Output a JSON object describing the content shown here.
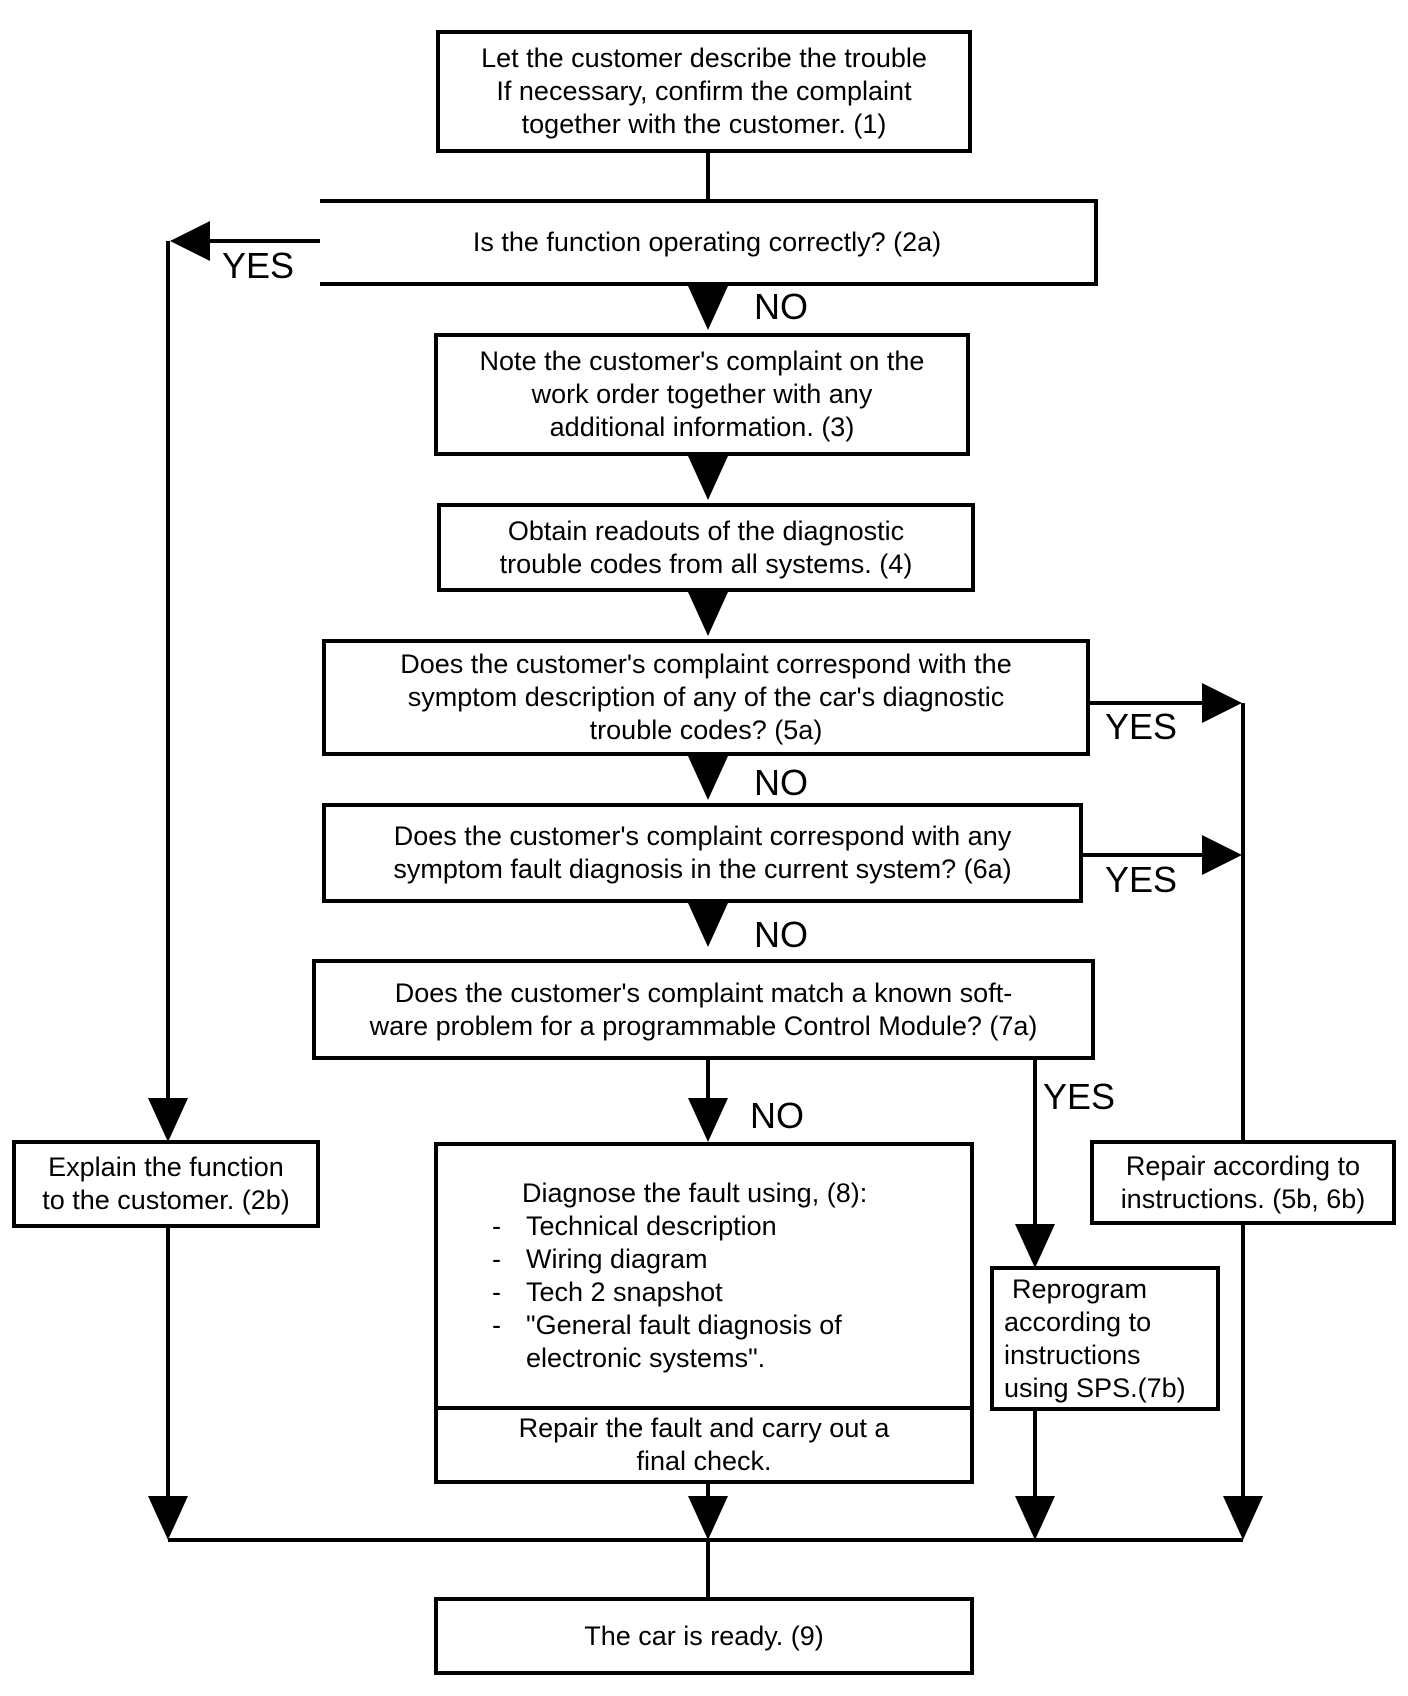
{
  "nodes": {
    "n1": [
      "Let the customer describe the trouble",
      "If necessary, confirm the complaint",
      "together with the customer. (1)"
    ],
    "n2a": [
      "Is the function operating correctly?   (2a)"
    ],
    "n3": [
      "Note the customer's complaint on the",
      "work order together with any",
      "additional information.  (3)"
    ],
    "n4": [
      "Obtain readouts of the diagnostic",
      "trouble codes from all systems. (4)"
    ],
    "n5a": [
      "Does the customer's complaint correspond with the",
      "symptom description of any of the car's diagnostic",
      "trouble codes? (5a)"
    ],
    "n6a": [
      "Does the customer's complaint correspond with any",
      "symptom fault diagnosis in the current system? (6a)"
    ],
    "n7a": [
      "Does the customer's complaint match a known soft-",
      "ware problem for a programmable Control Module? (7a)"
    ],
    "n2b": [
      "Explain the function",
      "to the customer. (2b)"
    ],
    "n8": {
      "heading": "Diagnose the fault using, (8):",
      "items": [
        {
          "dash": "-",
          "text": "Technical description"
        },
        {
          "dash": "-",
          "text": "Wiring diagram"
        },
        {
          "dash": "-",
          "text": "Tech 2 snapshot"
        },
        {
          "dash": "-",
          "text": "\"General fault diagnosis of"
        },
        {
          "dash": "",
          "text": "electronic systems\"."
        }
      ]
    },
    "n8b": [
      "Repair the fault and carry out a",
      "final check."
    ],
    "n7b": [
      "Reprogram",
      "according to",
      "instructions",
      "using SPS.(7b)"
    ],
    "n5b6b": [
      "Repair according to",
      "instructions. (5b, 6b)"
    ],
    "n9": [
      "The car is ready. (9)"
    ]
  },
  "labels": {
    "yes_2a": "YES",
    "no_2a": "NO",
    "yes_5a": "YES",
    "no_5a": "NO",
    "yes_6a": "YES",
    "no_6a": "NO",
    "yes_7a": "YES",
    "no_7a": "NO"
  }
}
